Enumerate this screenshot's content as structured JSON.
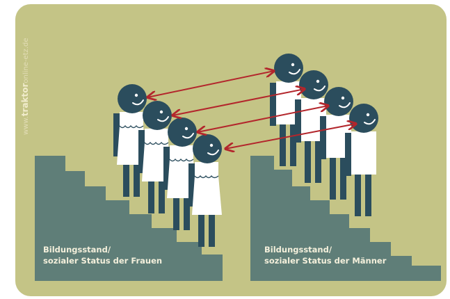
{
  "watermark": {
    "prefix": "www.",
    "brand": "traktor",
    "suffix": "online-etz.de"
  },
  "labels": {
    "women_line1": "Bildungsstand/",
    "women_line2": "sozialer Status der Frauen",
    "men_line1": "Bildungsstand/",
    "men_line2": "sozialer Status der Männer"
  },
  "colors": {
    "background": "#c4c486",
    "stairs": "#5f7e78",
    "figure": "#2b4d5d",
    "clothing": "#ffffff",
    "arrow": "#b3262c"
  },
  "women": [
    1,
    2,
    3,
    4
  ],
  "men": [
    1,
    2,
    3,
    4
  ]
}
